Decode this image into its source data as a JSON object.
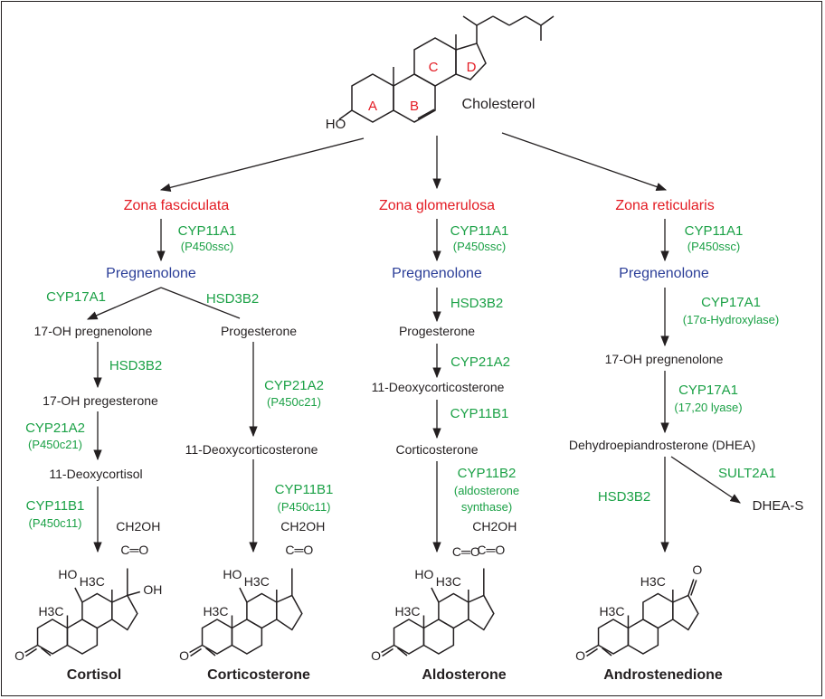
{
  "cholesterol": {
    "name": "Cholesterol",
    "ring_labels": [
      "A",
      "B",
      "C",
      "D"
    ],
    "ho_label": "HO"
  },
  "zones": [
    {
      "title": "Zona fasciculata",
      "enzyme_1": "CYP11A1",
      "enzyme_1_sub": "(P450ssc)",
      "pregnenolone": "Pregnenolone",
      "left_branch": {
        "enzyme": "CYP17A1",
        "step1": "17-OH pregnenolone",
        "enzyme_2": "HSD3B2",
        "step2": "17-OH pregesterone",
        "enzyme_3": "CYP21A2",
        "enzyme_3_sub": "(P450c21)",
        "step3": "11-Deoxycortisol",
        "enzyme_4": "CYP11B1",
        "enzyme_4_sub": "(P450c11)",
        "product": "Cortisol"
      },
      "right_branch": {
        "enzyme": "HSD3B2",
        "step1": "Progesterone",
        "enzyme_2": "CYP21A2",
        "enzyme_2_sub": "(P450c21)",
        "step2": "11-Deoxycorticosterone",
        "enzyme_3": "CYP11B1",
        "enzyme_3_sub": "(P450c11)",
        "product": "Corticosterone"
      }
    },
    {
      "title": "Zona glomerulosa",
      "enzyme_1": "CYP11A1",
      "enzyme_1_sub": "(P450ssc)",
      "pregnenolone": "Pregnenolone",
      "enzyme_2": "HSD3B2",
      "step1": "Progesterone",
      "enzyme_3": "CYP21A2",
      "step2": "11-Deoxycorticosterone",
      "enzyme_4": "CYP11B1",
      "step3": "Corticosterone",
      "enzyme_5": "CYP11B2",
      "enzyme_5_sub1": "(aldosterone",
      "enzyme_5_sub2": "synthase)",
      "product": "Aldosterone"
    },
    {
      "title": "Zona reticularis",
      "enzyme_1": "CYP11A1",
      "enzyme_1_sub": "(P450ssc)",
      "pregnenolone": "Pregnenolone",
      "enzyme_2": "CYP17A1",
      "enzyme_2_sub": "(17α-Hydroxylase)",
      "step1": "17-OH pregnenolone",
      "enzyme_3": "CYP17A1",
      "enzyme_3_sub": "(17,20 lyase)",
      "step2": "Dehydroepiandrosterone (DHEA)",
      "enzyme_4": "HSD3B2",
      "enzyme_5": "SULT2A1",
      "side_product": "DHEA-S",
      "product": "Androstenedione"
    }
  ],
  "structure_labels": {
    "ch2oh": "CH2OH",
    "carbonyl": "C═O",
    "oh": "OH",
    "ho": "HO",
    "h3c": "H3C",
    "o": "O"
  },
  "colors": {
    "zone": "#e31b23",
    "enzyme": "#1ba146",
    "pregnenolone": "#2b3e98",
    "text": "#231f20"
  }
}
